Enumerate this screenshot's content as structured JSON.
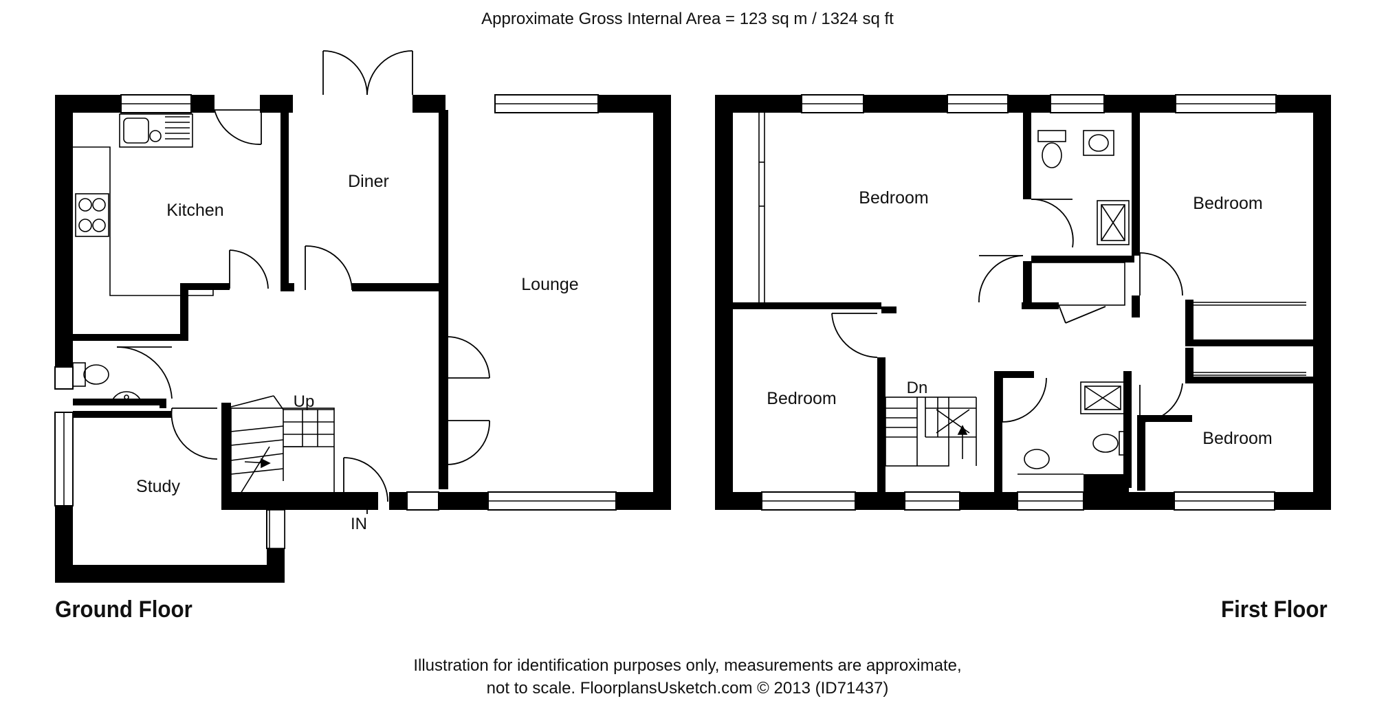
{
  "header": {
    "area_text": "Approximate Gross Internal Area = 123 sq m / 1324 sq ft"
  },
  "floors": {
    "ground": {
      "name": "Ground Floor",
      "rooms": {
        "kitchen": "Kitchen",
        "diner": "Diner",
        "lounge": "Lounge",
        "study": "Study"
      },
      "stairs_label": "Up",
      "entrance_label": "IN"
    },
    "first": {
      "name": "First Floor",
      "rooms": {
        "bedroom_1": "Bedroom",
        "bedroom_2": "Bedroom",
        "bedroom_3": "Bedroom",
        "bedroom_4": "Bedroom"
      },
      "stairs_label": "Dn"
    }
  },
  "footer": {
    "line1": "Illustration for identification purposes only, measurements are approximate,",
    "line2": "not to scale. FloorplansUsketch.com © 2013 (ID71437)"
  }
}
